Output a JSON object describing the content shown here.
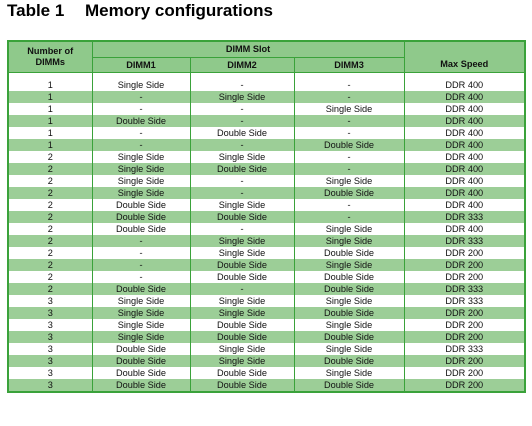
{
  "title": {
    "number": "Table 1",
    "text": "Memory configurations"
  },
  "header": {
    "number_of_dimms": [
      "Number of",
      "DIMMs"
    ],
    "dimm_slot": "DIMM Slot",
    "dimm1": "DIMM1",
    "dimm2": "DIMM2",
    "dimm3": "DIMM3",
    "max_speed": "Max Speed"
  },
  "rows": [
    [
      "1",
      "Single Side",
      "-",
      "-",
      "DDR 400"
    ],
    [
      "1",
      "-",
      "Single Side",
      "-",
      "DDR 400"
    ],
    [
      "1",
      "-",
      "-",
      "Single Side",
      "DDR 400"
    ],
    [
      "1",
      "Double Side",
      "-",
      "-",
      "DDR 400"
    ],
    [
      "1",
      "-",
      "Double Side",
      "-",
      "DDR 400"
    ],
    [
      "1",
      "-",
      "-",
      "Double Side",
      "DDR 400"
    ],
    [
      "2",
      "Single Side",
      "Single Side",
      "-",
      "DDR 400"
    ],
    [
      "2",
      "Single Side",
      "Double Side",
      "-",
      "DDR 400"
    ],
    [
      "2",
      "Single Side",
      "-",
      "Single Side",
      "DDR 400"
    ],
    [
      "2",
      "Single Side",
      "-",
      "Double Side",
      "DDR 400"
    ],
    [
      "2",
      "Double Side",
      "Single Side",
      "-",
      "DDR 400"
    ],
    [
      "2",
      "Double Side",
      "Double Side",
      "-",
      "DDR 333"
    ],
    [
      "2",
      "Double Side",
      "-",
      "Single Side",
      "DDR 400"
    ],
    [
      "2",
      "-",
      "Single Side",
      "Single Side",
      "DDR 333"
    ],
    [
      "2",
      "-",
      "Single Side",
      "Double Side",
      "DDR 200"
    ],
    [
      "2",
      "-",
      "Double Side",
      "Single Side",
      "DDR 200"
    ],
    [
      "2",
      "-",
      "Double Side",
      "Double Side",
      "DDR 200"
    ],
    [
      "2",
      "Double Side",
      "-",
      "Double Side",
      "DDR 333"
    ],
    [
      "3",
      "Single Side",
      "Single Side",
      "Single Side",
      "DDR 333"
    ],
    [
      "3",
      "Single Side",
      "Single Side",
      "Double Side",
      "DDR 200"
    ],
    [
      "3",
      "Single Side",
      "Double Side",
      "Single Side",
      "DDR 200"
    ],
    [
      "3",
      "Single Side",
      "Double Side",
      "Double Side",
      "DDR 200"
    ],
    [
      "3",
      "Double Side",
      "Single Side",
      "Single Side",
      "DDR 333"
    ],
    [
      "3",
      "Double Side",
      "Single Side",
      "Double Side",
      "DDR 200"
    ],
    [
      "3",
      "Double Side",
      "Double Side",
      "Single Side",
      "DDR 200"
    ],
    [
      "3",
      "Double Side",
      "Double Side",
      "Double Side",
      "DDR 200"
    ]
  ],
  "colors": {
    "accent_green": "#3aa23a",
    "row_fill": "#9cce97",
    "header_fill": "#8fc98b"
  }
}
